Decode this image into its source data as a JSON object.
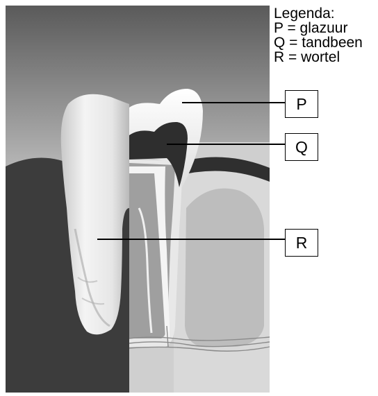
{
  "legend": {
    "title": "Legenda:",
    "items": [
      {
        "key": "P",
        "text": "P = glazuur"
      },
      {
        "key": "Q",
        "text": "Q = tandbeen"
      },
      {
        "key": "R",
        "text": "R = wortel"
      }
    ]
  },
  "labels": {
    "p": "P",
    "q": "Q",
    "r": "R"
  }
}
